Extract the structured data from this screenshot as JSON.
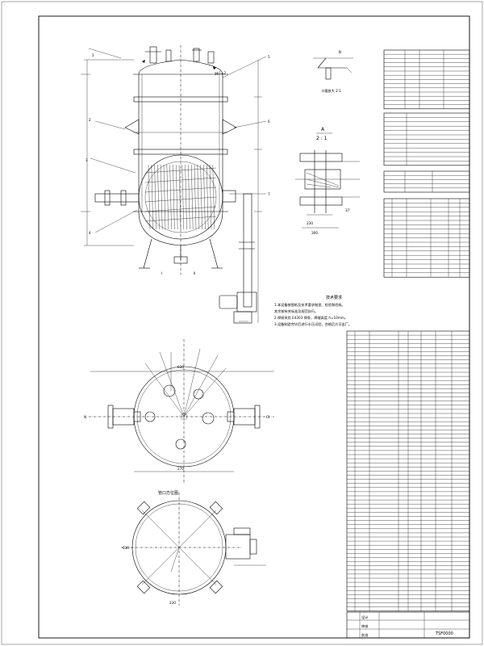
{
  "detail_label": "b",
  "detail_scale_prefix": "A",
  "detail_scale": "2 : 1",
  "notes_title": "技术要求",
  "notes": [
    "1.本设备按图纸及技术要求制造、检验和验收。",
    "   其余按有关标准及规范执行。",
    "2.焊接采用 E4303 焊条，焊缝高度 h=10mm。",
    "3.设备制造完毕后进行水压试验，合格后方可出厂。"
  ],
  "small_view_title": "管口方位图",
  "plan_label_left": "N",
  "plan_label_right": "Cl",
  "plan_dims": [
    "630",
    "270",
    "230"
  ],
  "detail_dims": [
    "230",
    "300",
    "37"
  ],
  "title_block": {
    "rows": [
      "设计",
      "审核",
      "批准"
    ],
    "drawing_number": "TSF0000"
  },
  "colors": {
    "ink": "#000000",
    "paper": "#ffffff"
  }
}
